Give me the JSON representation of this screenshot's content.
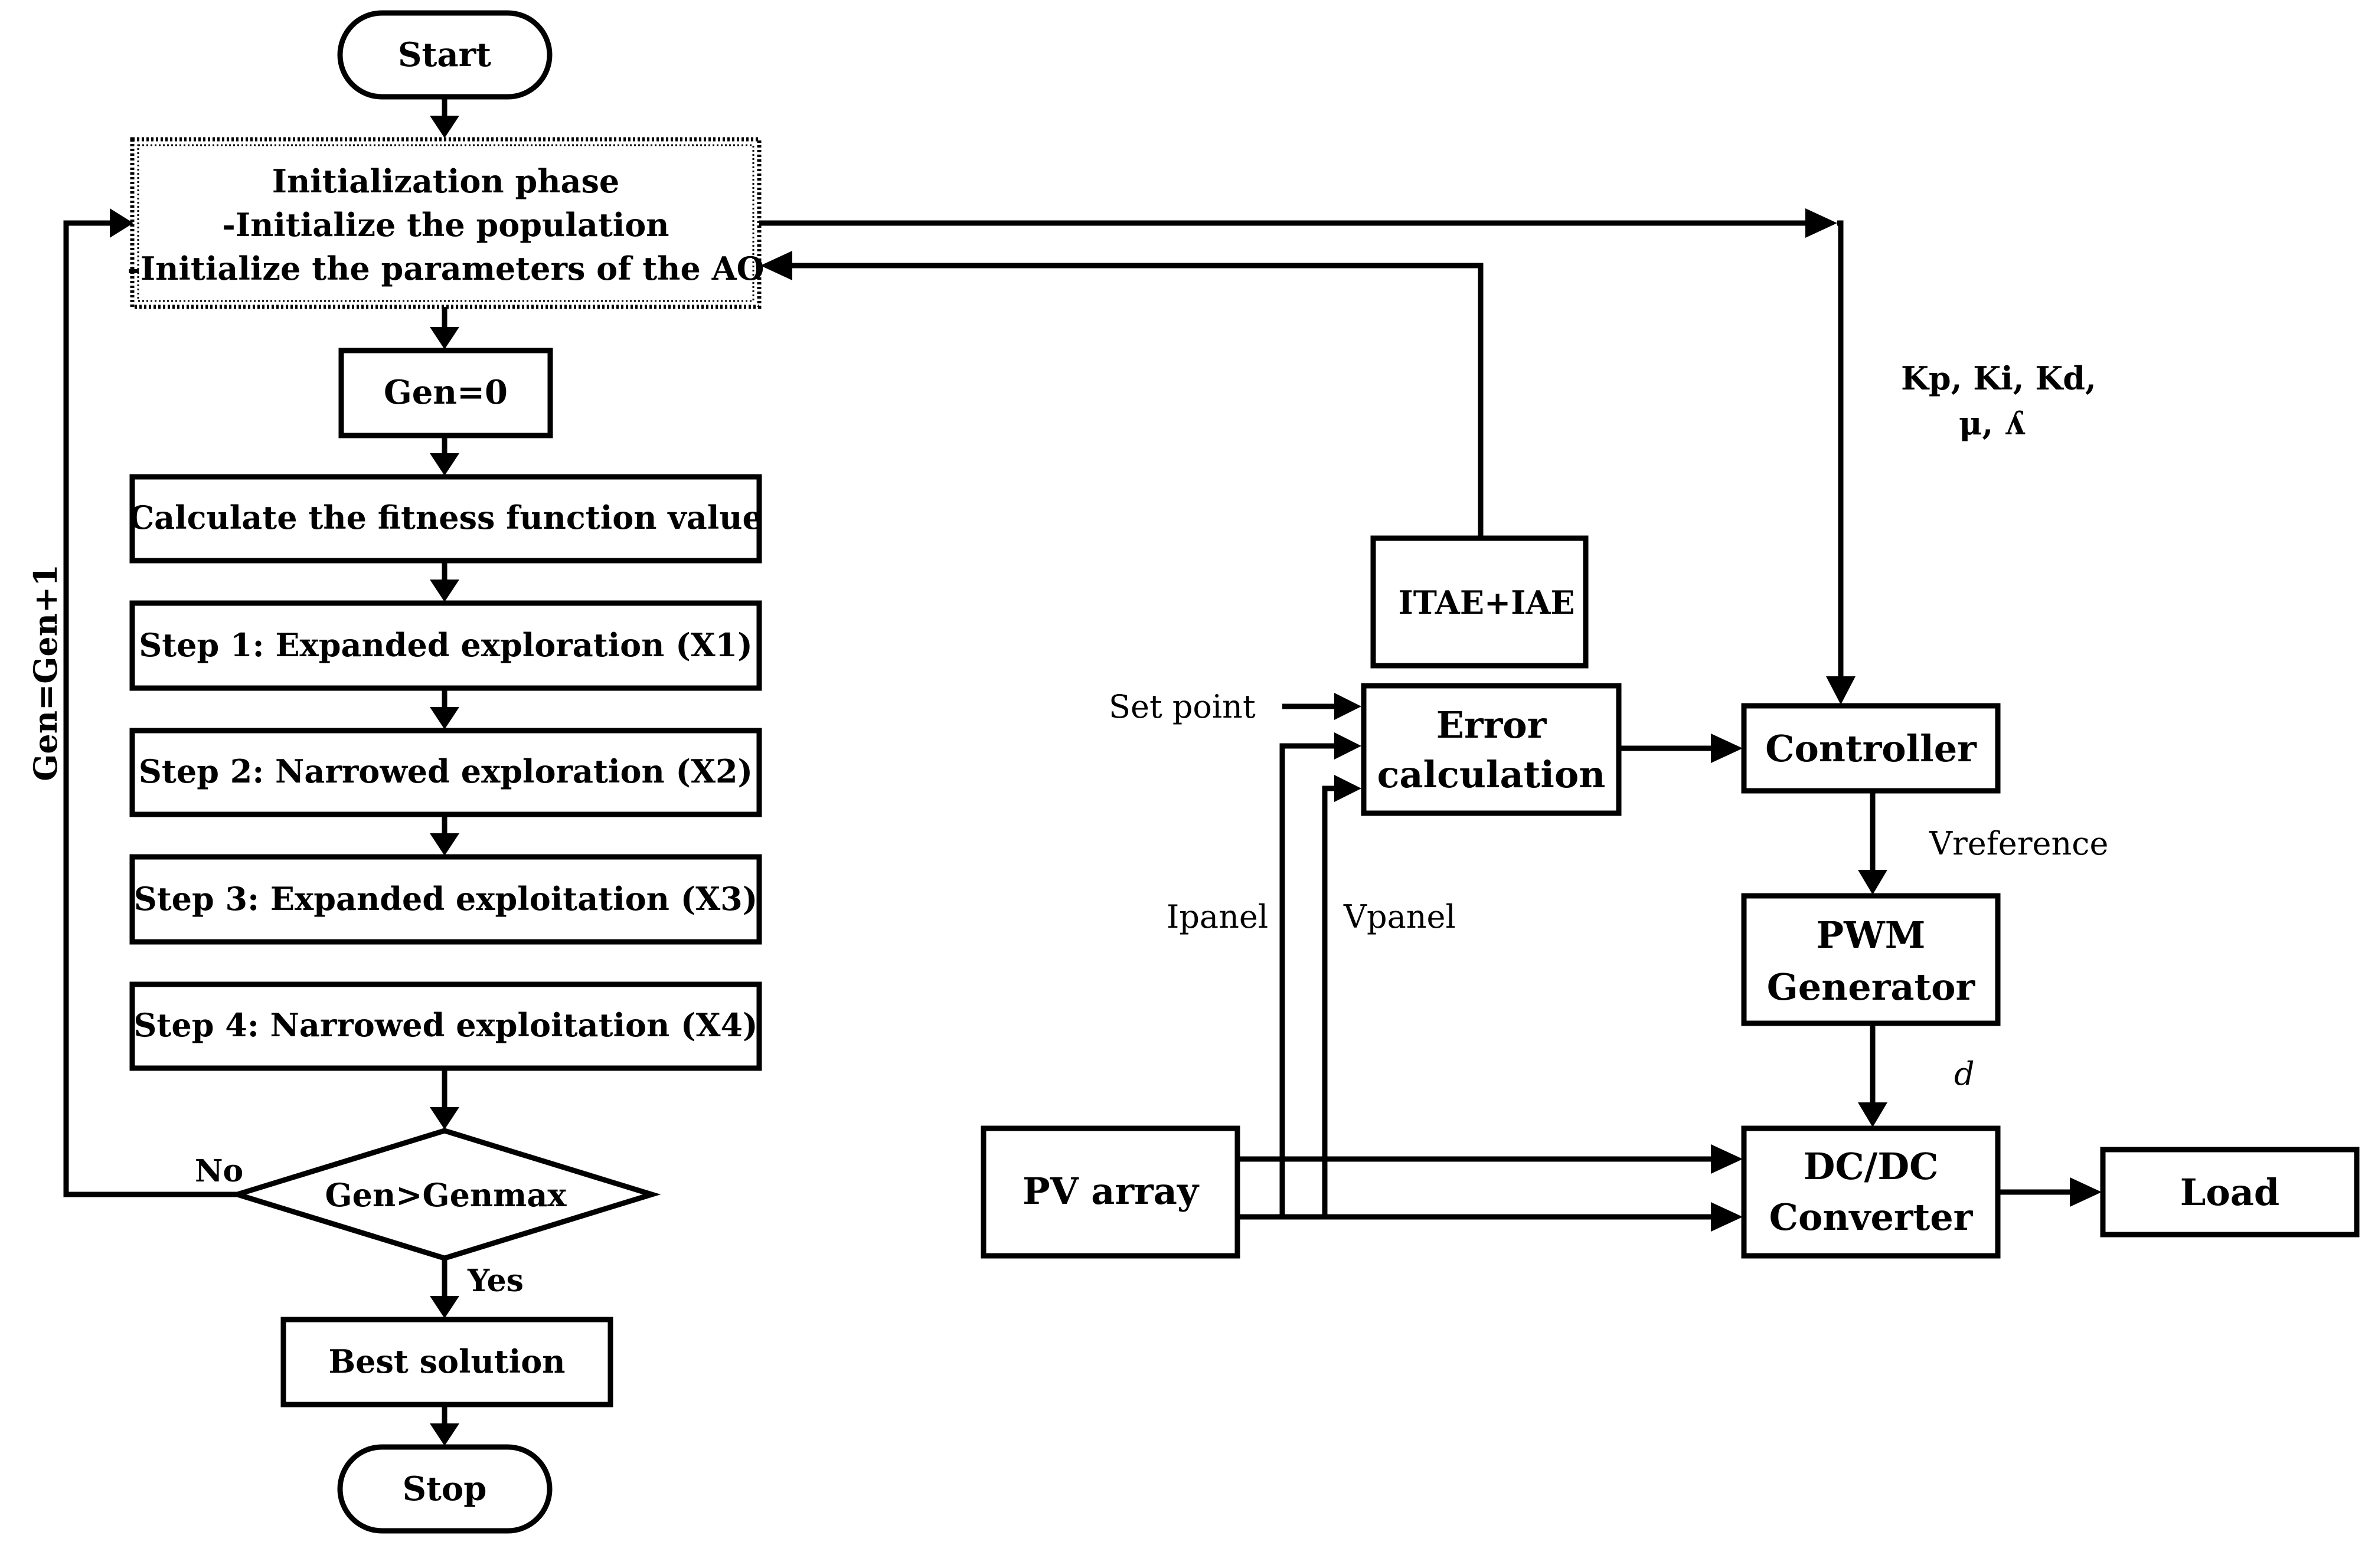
{
  "flowchart": {
    "start": "Start",
    "init": {
      "line1": "Initialization phase",
      "line2": "-Initialize the population",
      "line3": "-Initialize the parameters of the AO"
    },
    "gen_zero": "Gen=0",
    "fitness": "Calculate the fitness function value",
    "step1": "Step 1: Expanded exploration (X1)",
    "step2": "Step 2: Narrowed exploration (X2)",
    "step3": "Step 3: Expanded exploitation (X3)",
    "step4": "Step 4: Narrowed  exploitation (X4)",
    "decision": "Gen>Genmax",
    "no_label": "No",
    "yes_label": "Yes",
    "loop_label": "Gen=Gen+1",
    "best": "Best solution",
    "stop": "Stop"
  },
  "control": {
    "params_line1": "Kp, Ki, Kd,",
    "params_line2": "μ, ʎ",
    "itae": "ITAE+IAE",
    "set_point": "Set point",
    "error_line1": "Error",
    "error_line2": "calculation",
    "controller": "Controller",
    "vreference": "Vreference",
    "pwm_line1": "PWM",
    "pwm_line2": "Generator",
    "d_label": "d",
    "ipanel": "Ipanel",
    "vpanel": "Vpanel",
    "pv_array": "PV array",
    "dcdc_line1": "DC/DC",
    "dcdc_line2": "Converter",
    "load": "Load"
  }
}
